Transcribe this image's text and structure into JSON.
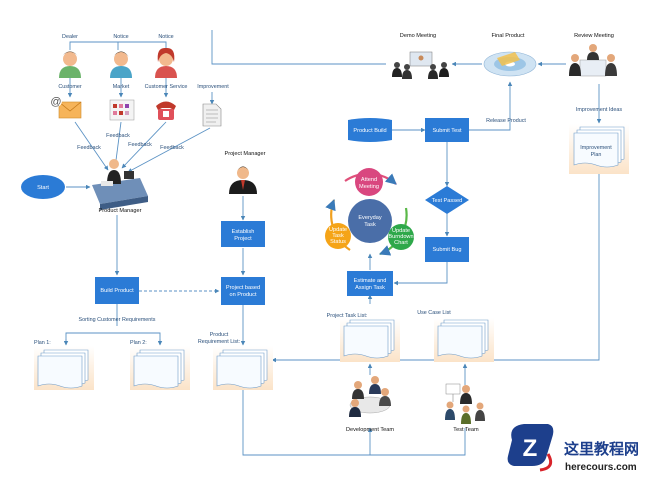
{
  "people": {
    "dealer": "Dealer",
    "notice1": "Notice",
    "notice2": "Notice",
    "project_manager": "Project Manager",
    "product_manager": "Product Manager",
    "development_team": "Development Team",
    "test_team": "Test Team"
  },
  "labels": {
    "customer": "Customer",
    "market": "Market",
    "customer_service": "Customer Service",
    "improvement": "Improvement",
    "feedback": "Feedback",
    "demo_meeting": "Demo Meeting",
    "final_product": "Final Product",
    "review_meeting": "Review Meeting",
    "improvement_ideas": "Improvement Ideas",
    "release_product": "Release Product",
    "sorting": "Sorting Customer Requirements",
    "plan1": "Plan 1:",
    "plan2": "Plan 2:",
    "product_req_list": "Product Requirement List:",
    "project_task_list": "Project Task List:",
    "use_case_list": "Use Case List"
  },
  "nodes": {
    "start": "Start",
    "build_product": "Build Product",
    "establish_project": "Establish Project",
    "project_based": "Project based on Product",
    "product_build": "Product Build",
    "submit_test": "Submit Test",
    "test_passed": "Test Passed",
    "submit_bug": "Submit Bug",
    "estimate_assign": "Estimate and Assign Task",
    "improvement_plan": "Improvement Plan"
  },
  "cycle": {
    "center": "Everyday Task",
    "attend": "Attend Meeting",
    "update_burndown": "Update Burndown Chart",
    "update_status": "Update Task Status"
  },
  "watermark": {
    "title": "这里教程网",
    "url": "herecours.com"
  }
}
